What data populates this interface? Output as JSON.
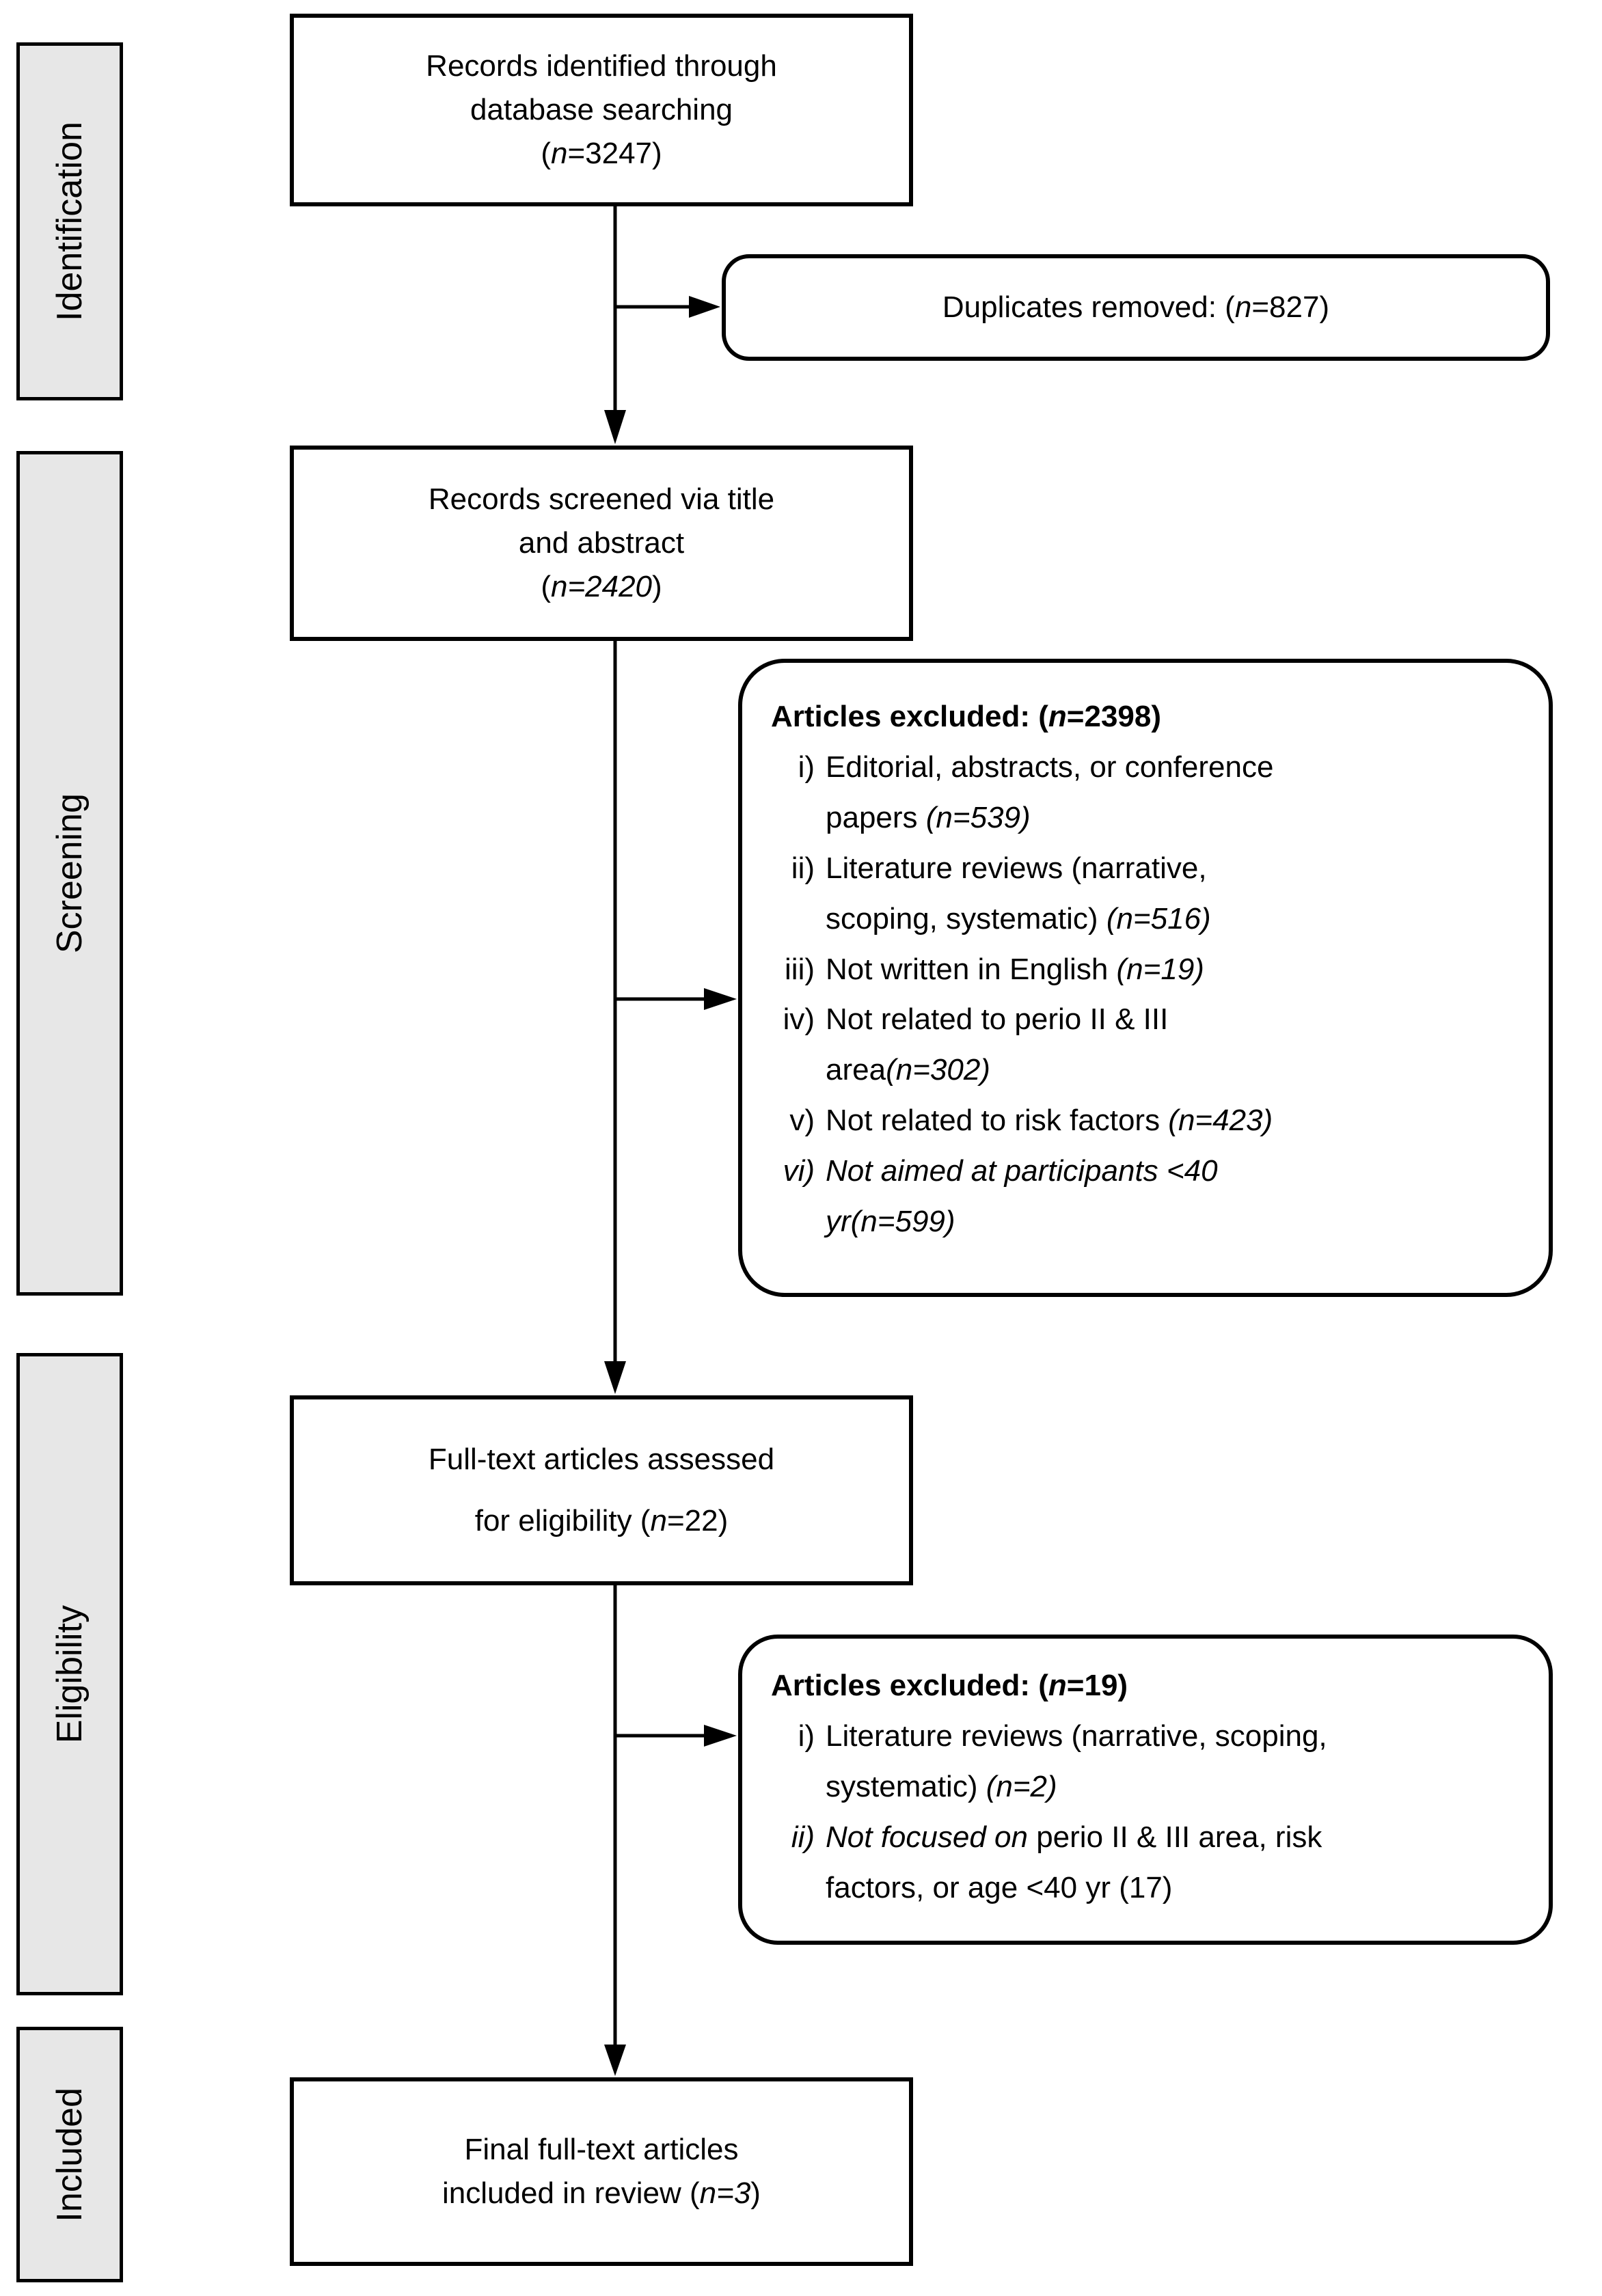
{
  "colors": {
    "border": "#000000",
    "stage_fill": "#e7e7e7",
    "background": "#ffffff",
    "text": "#000000"
  },
  "sidebar": {
    "stages": [
      "Identification",
      "Screening",
      "Eligibility",
      "Included"
    ]
  },
  "boxes": {
    "records_identified": {
      "html": "Records identified through<br>database searching<br>(<i>n</i>=3247)"
    },
    "duplicates_removed": {
      "html": "Duplicates removed: (<i>n</i>=827)"
    },
    "records_screened": {
      "html": "Records screened via title<br>and abstract<br>(<i>n=2420</i>)"
    },
    "excluded_screening": {
      "heading_html": "Articles excluded: (<i>n</i>=2398)",
      "items": [
        {
          "marker": "i)",
          "html": "Editorial, abstracts, or conference<br>papers <i>(n=539)</i>"
        },
        {
          "marker": "ii)",
          "html": "Literature reviews (narrative,<br>scoping, systematic) <i>(n=516)</i>"
        },
        {
          "marker": "iii)",
          "html": "Not written in English <i>(n=19)</i>"
        },
        {
          "marker": "iv)",
          "html": "Not related to perio II &amp; III<br>area<i>(n=302)</i>"
        },
        {
          "marker": "v)",
          "html": "Not related to risk factors <i>(n=423)</i>"
        },
        {
          "marker": "<i>vi)</i>",
          "html": "<i>Not aimed at participants &lt;40<br>yr(n=599)</i>"
        }
      ]
    },
    "fulltext_assessed": {
      "html": "Full-text articles assessed<br>for eligibility (<i>n</i>=22)"
    },
    "excluded_eligibility": {
      "heading_html": "Articles excluded: (<i>n</i>=19)",
      "items": [
        {
          "marker": "i)",
          "html": "Literature reviews (narrative, scoping,<br>systematic) <i>(n=2)</i>"
        },
        {
          "marker": "<i>ii)</i>",
          "html": "<i>Not focused on</i> perio II &amp; III area, risk<br>factors, or age &lt;40 yr (17)"
        }
      ]
    },
    "final_included": {
      "html": "Final full-text articles<br>included in review (<i>n=3</i>)"
    }
  }
}
